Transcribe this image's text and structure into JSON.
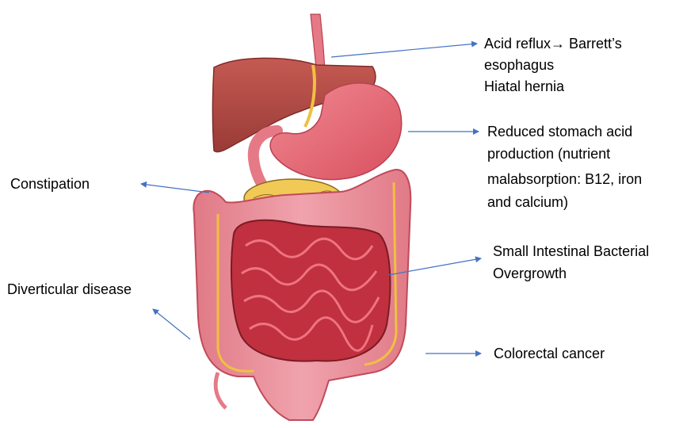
{
  "labels": {
    "acid_reflux_line1": "Acid reflux→ Barrett’s",
    "acid_reflux_line2": "esophagus",
    "hiatal_hernia": "Hiatal hernia",
    "stomach_acid_line1": "Reduced stomach acid",
    "stomach_acid_line2": "production (nutrient",
    "stomach_acid_line3": "malabsorption: B12, iron",
    "stomach_acid_line4": "and calcium)",
    "constipation": "Constipation",
    "sibo_line1": "Small Intestinal Bacterial",
    "sibo_line2": "Overgrowth",
    "diverticular": "Diverticular disease",
    "colorectal": "Colorectal cancer"
  },
  "colors": {
    "arrow": "#4472c4",
    "liver": "#b8504a",
    "stomach": "#e8737e",
    "colon": "#e78d98",
    "small_intestine": "#c0303f",
    "pancreas": "#f1c957",
    "bile": "#f0c040"
  }
}
